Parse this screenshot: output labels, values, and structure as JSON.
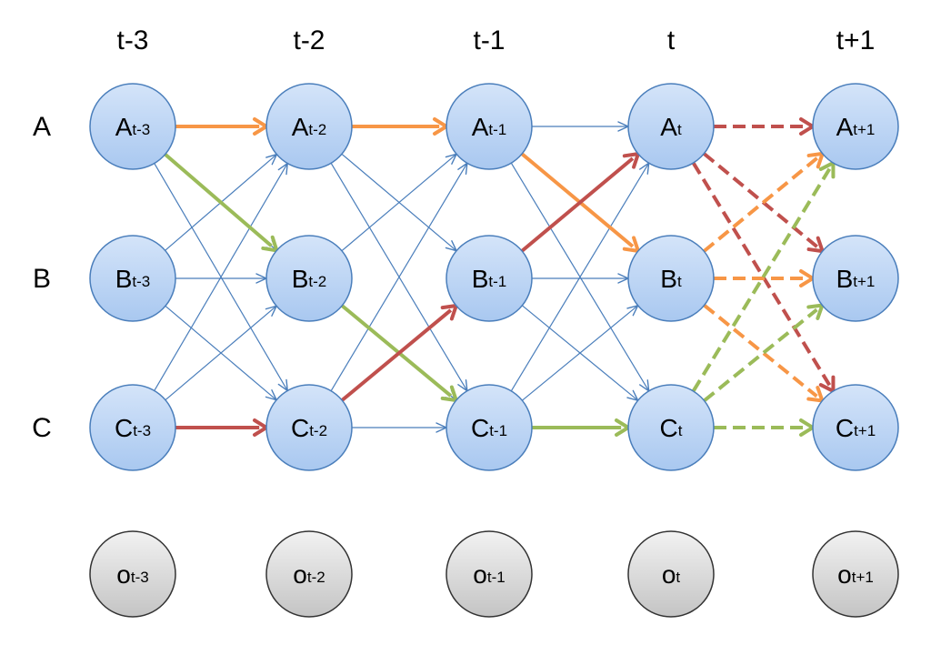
{
  "columns": [
    "t-3",
    "t-2",
    "t-1",
    "t",
    "t+1"
  ],
  "rows": [
    "A",
    "B",
    "C"
  ],
  "nodes": {
    "states": [
      [
        {
          "main": "A",
          "sub": "t-3"
        },
        {
          "main": "A",
          "sub": "t-2"
        },
        {
          "main": "A",
          "sub": "t-1"
        },
        {
          "main": "A",
          "sub": "t"
        },
        {
          "main": "A",
          "sub": "t+1"
        }
      ],
      [
        {
          "main": "B",
          "sub": "t-3"
        },
        {
          "main": "B",
          "sub": "t-2"
        },
        {
          "main": "B",
          "sub": "t-1"
        },
        {
          "main": "B",
          "sub": "t"
        },
        {
          "main": "B",
          "sub": "t+1"
        }
      ],
      [
        {
          "main": "C",
          "sub": "t-3"
        },
        {
          "main": "C",
          "sub": "t-2"
        },
        {
          "main": "C",
          "sub": "t-1"
        },
        {
          "main": "C",
          "sub": "t"
        },
        {
          "main": "C",
          "sub": "t+1"
        }
      ]
    ],
    "observations": [
      {
        "main": "o",
        "sub": "t-3"
      },
      {
        "main": "o",
        "sub": "t-2"
      },
      {
        "main": "o",
        "sub": "t-1"
      },
      {
        "main": "o",
        "sub": "t"
      },
      {
        "main": "o",
        "sub": "t+1"
      }
    ]
  },
  "colors": {
    "state_fill_top": "#d4e4f9",
    "state_fill_bottom": "#a9c8f0",
    "state_stroke": "#4a7ebb",
    "obs_fill_top": "#f2f2f2",
    "obs_fill_bottom": "#c4c4c4",
    "obs_stroke": "#333333",
    "edge_thin": "#4a7ebb",
    "path_orange": "#f79646",
    "path_green": "#9bbb59",
    "path_red": "#c0504d"
  },
  "edges": {
    "thin": [
      [
        0,
        0,
        1,
        1
      ],
      [
        0,
        0,
        1,
        2
      ],
      [
        0,
        1,
        1,
        0
      ],
      [
        0,
        1,
        1,
        1
      ],
      [
        0,
        1,
        1,
        2
      ],
      [
        0,
        2,
        1,
        0
      ],
      [
        0,
        2,
        1,
        1
      ],
      [
        1,
        0,
        2,
        1
      ],
      [
        1,
        0,
        2,
        2
      ],
      [
        1,
        1,
        2,
        0
      ],
      [
        1,
        1,
        2,
        2
      ],
      [
        1,
        2,
        2,
        0
      ],
      [
        1,
        2,
        2,
        2
      ],
      [
        2,
        0,
        3,
        0
      ],
      [
        2,
        0,
        3,
        2
      ],
      [
        2,
        1,
        3,
        1
      ],
      [
        2,
        1,
        3,
        2
      ],
      [
        2,
        2,
        3,
        0
      ],
      [
        2,
        2,
        3,
        1
      ]
    ],
    "highlighted": [
      {
        "color": "orange",
        "path": [
          [
            0,
            0
          ],
          [
            1,
            0
          ],
          [
            2,
            0
          ],
          [
            3,
            1
          ]
        ]
      },
      {
        "color": "green",
        "path": [
          [
            0,
            0
          ],
          [
            1,
            1
          ],
          [
            2,
            2
          ],
          [
            3,
            2
          ]
        ]
      },
      {
        "color": "red",
        "path": [
          [
            0,
            2
          ],
          [
            1,
            2
          ],
          [
            2,
            1
          ],
          [
            3,
            0
          ]
        ]
      }
    ],
    "dashed": [
      {
        "color": "red",
        "from": [
          3,
          0
        ],
        "to": [
          [
            4,
            0
          ],
          [
            4,
            1
          ],
          [
            4,
            2
          ]
        ]
      },
      {
        "color": "orange",
        "from": [
          3,
          1
        ],
        "to": [
          [
            4,
            0
          ],
          [
            4,
            1
          ],
          [
            4,
            2
          ]
        ]
      },
      {
        "color": "green",
        "from": [
          3,
          2
        ],
        "to": [
          [
            4,
            0
          ],
          [
            4,
            1
          ],
          [
            4,
            2
          ]
        ]
      }
    ]
  }
}
